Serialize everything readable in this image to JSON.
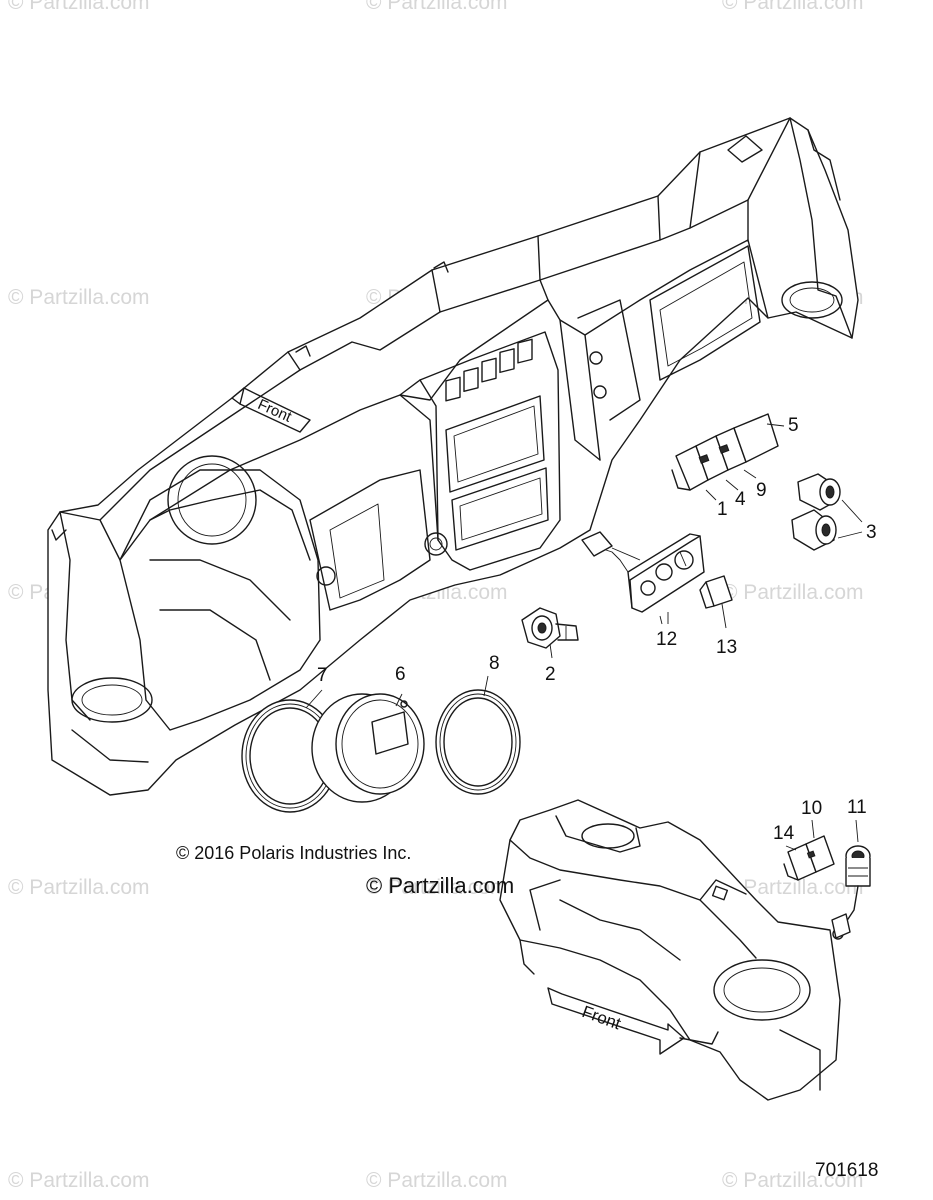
{
  "watermark": {
    "text": "© Partzilla.com"
  },
  "diagram": {
    "copyright": "© 2016 Polaris Industries Inc.",
    "site": "© Partzilla.com",
    "figure_number": "701618",
    "front_label_dash": "Front",
    "front_label_console": "Front"
  },
  "callouts": [
    "1",
    "2",
    "3",
    "4",
    "5",
    "6",
    "7",
    "8",
    "9",
    "10",
    "11",
    "12",
    "13",
    "14"
  ]
}
